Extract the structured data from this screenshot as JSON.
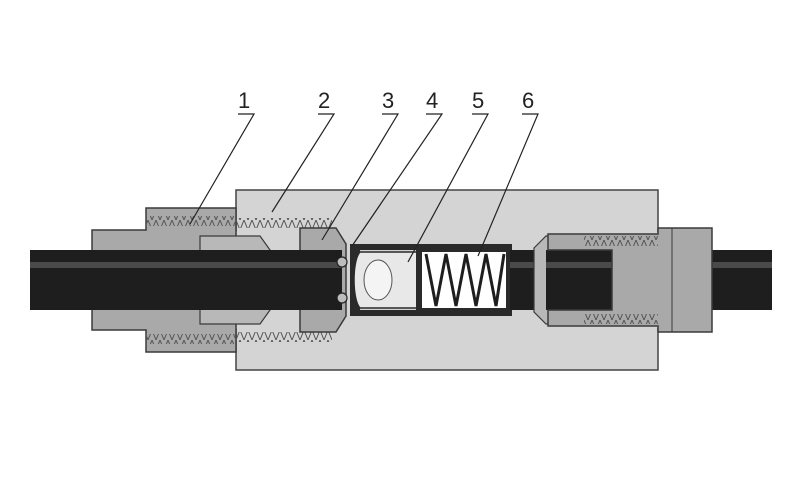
{
  "callouts": [
    {
      "id": "1",
      "label": "1"
    },
    {
      "id": "2",
      "label": "2"
    },
    {
      "id": "3",
      "label": "3"
    },
    {
      "id": "4",
      "label": "4"
    },
    {
      "id": "5",
      "label": "5"
    },
    {
      "id": "6",
      "label": "6"
    }
  ],
  "colors": {
    "body_fill": "#d4d4d4",
    "fitting_fill": "#a9a9a9",
    "tube_fill": "#1e1e1e",
    "outline": "#3a3a3a",
    "hatch": "#6e6e6e"
  }
}
